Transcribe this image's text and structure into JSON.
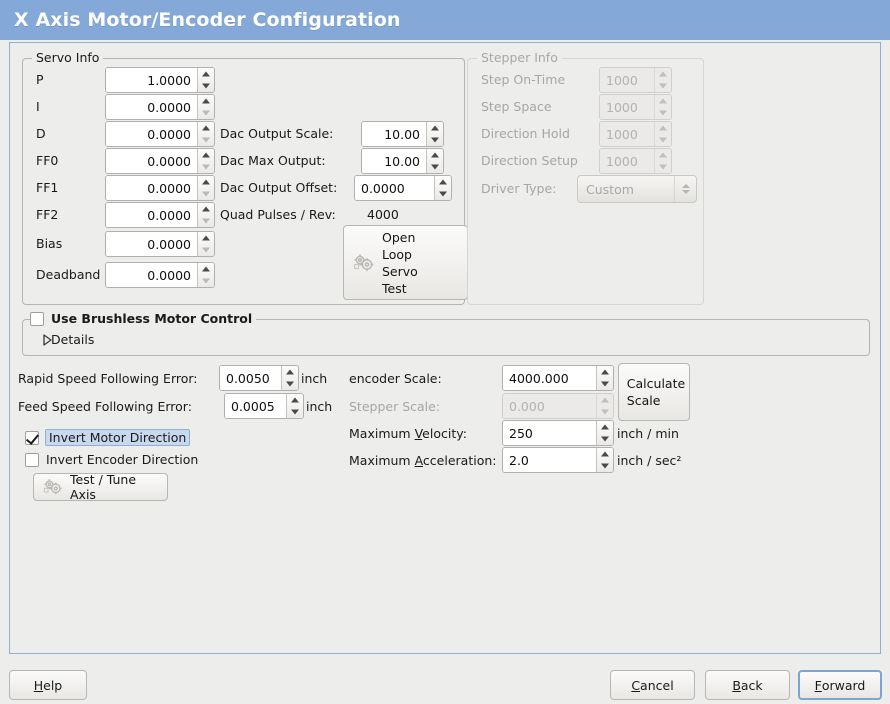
{
  "window": {
    "title": "X Axis Motor/Encoder Configuration"
  },
  "servo_info": {
    "legend": "Servo Info",
    "fields": [
      {
        "label": "P",
        "value": "1.0000"
      },
      {
        "label": "I",
        "value": "0.0000"
      },
      {
        "label": "D",
        "value": "0.0000"
      },
      {
        "label": "FF0",
        "value": "0.0000"
      },
      {
        "label": "FF1",
        "value": "0.0000"
      },
      {
        "label": "FF2",
        "value": "0.0000"
      },
      {
        "label": "Bias",
        "value": "0.0000"
      },
      {
        "label": "Deadband",
        "value": "0.0000"
      }
    ],
    "dac_output_scale_label": "Dac Output Scale:",
    "dac_output_scale_value": "10.00",
    "dac_max_output_label": "Dac Max Output:",
    "dac_max_output_value": "10.00",
    "dac_output_offset_label": "Dac Output Offset:",
    "dac_output_offset_value": "0.0000",
    "quad_pulses_label": "Quad Pulses / Rev:",
    "quad_pulses_value": "4000",
    "open_loop_button": [
      "Open",
      "Loop",
      "Servo",
      "Test"
    ]
  },
  "stepper_info": {
    "legend": "Stepper Info",
    "enabled": false,
    "fields": [
      {
        "label": "Step On-Time",
        "value": "1000"
      },
      {
        "label": "Step Space",
        "value": "1000"
      },
      {
        "label": "Direction Hold",
        "value": "1000"
      },
      {
        "label": "Direction Setup",
        "value": "1000"
      }
    ],
    "driver_type_label": "Driver Type:",
    "driver_type_value": "Custom"
  },
  "brushless": {
    "checkbox_label": "Use Brushless Motor Control",
    "checked": false,
    "details_label": "Details",
    "details_expanded": false
  },
  "errors": {
    "rapid_label": "Rapid Speed Following Error:",
    "rapid_value": "0.0050",
    "rapid_unit": "inch",
    "feed_label": "Feed Speed Following Error:",
    "feed_value": "0.0005",
    "feed_unit": "inch"
  },
  "direction": {
    "invert_motor_label": "Invert Motor Direction",
    "invert_motor_checked": true,
    "invert_motor_focused": true,
    "invert_encoder_label": "Invert Encoder Direction",
    "invert_encoder_checked": false,
    "test_tune_label": "Test / Tune Axis"
  },
  "scales": {
    "encoder_scale_label": "encoder Scale:",
    "encoder_scale_value": "4000.000",
    "stepper_scale_label": "Stepper Scale:",
    "stepper_scale_value": "0.000",
    "stepper_scale_enabled": false,
    "calculate_scale_button": [
      "Calculate",
      "Scale"
    ],
    "max_velocity_label_pre": "Maximum ",
    "max_velocity_label_key": "V",
    "max_velocity_label_post": "elocity:",
    "max_velocity_value": "250",
    "max_velocity_unit": "inch / min",
    "max_accel_label_pre": "Maximum ",
    "max_accel_label_key": "A",
    "max_accel_label_post": "cceleration:",
    "max_accel_value": "2.0",
    "max_accel_unit": "inch / sec²"
  },
  "actions": {
    "help_pre": "",
    "help_key": "H",
    "help_post": "elp",
    "cancel_pre": "",
    "cancel_key": "C",
    "cancel_post": "ancel",
    "back_pre": "",
    "back_key": "B",
    "back_post": "ack",
    "forward_pre": "",
    "forward_key": "F",
    "forward_post": "orward",
    "default_button": "Forward"
  },
  "colors": {
    "titlebar": "#84a9d8",
    "background": "#ededeb",
    "accent": "#7aa5d6",
    "highlight": "#c8d9ef",
    "disabled_text": "#a8a8a6"
  }
}
